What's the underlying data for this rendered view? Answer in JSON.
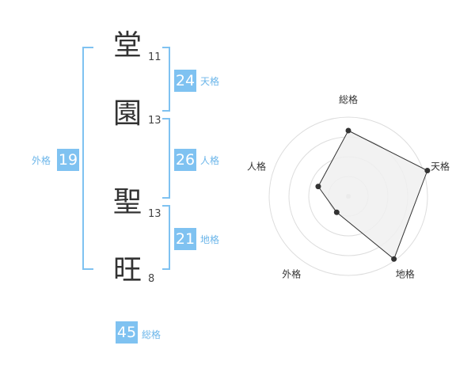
{
  "name_chars": [
    {
      "char": "堂",
      "strokes": "11"
    },
    {
      "char": "園",
      "strokes": "13"
    },
    {
      "char": "聖",
      "strokes": "13"
    },
    {
      "char": "旺",
      "strokes": "8"
    }
  ],
  "scores": {
    "tenkaku": {
      "label": "天格",
      "value": "24"
    },
    "jinkaku": {
      "label": "人格",
      "value": "26"
    },
    "chikaku": {
      "label": "地格",
      "value": "21"
    },
    "gaikaku": {
      "label": "外格",
      "value": "19"
    },
    "soukaku": {
      "label": "総格",
      "value": "45"
    }
  },
  "colors": {
    "accent": "#7fc2f1",
    "label": "#6cb6ea",
    "radar_fill": "#f0f0f0",
    "radar_stroke": "#333333",
    "grid": "#dddddd"
  },
  "chart_data": {
    "type": "radar",
    "axes": [
      "総格",
      "天格",
      "地格",
      "外格",
      "人格"
    ],
    "levels": 4,
    "values": [
      0.83,
      1.05,
      0.98,
      0.25,
      0.4
    ]
  }
}
